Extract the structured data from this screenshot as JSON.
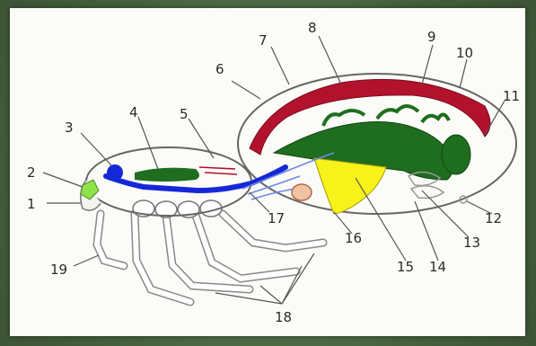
{
  "diagram": {
    "labels": [
      {
        "id": "1",
        "text": "1"
      },
      {
        "id": "2",
        "text": "2"
      },
      {
        "id": "3",
        "text": "3"
      },
      {
        "id": "4",
        "text": "4"
      },
      {
        "id": "5",
        "text": "5"
      },
      {
        "id": "6",
        "text": "6"
      },
      {
        "id": "7",
        "text": "7"
      },
      {
        "id": "8",
        "text": "8"
      },
      {
        "id": "9",
        "text": "9"
      },
      {
        "id": "10",
        "text": "10"
      },
      {
        "id": "11",
        "text": "11"
      },
      {
        "id": "12",
        "text": "12"
      },
      {
        "id": "13",
        "text": "13"
      },
      {
        "id": "14",
        "text": "14"
      },
      {
        "id": "15",
        "text": "15"
      },
      {
        "id": "16",
        "text": "16"
      },
      {
        "id": "17",
        "text": "17"
      },
      {
        "id": "18",
        "text": "18"
      },
      {
        "id": "19",
        "text": "19"
      }
    ],
    "colors": {
      "background": "#4f6a45",
      "paper": "#fbfbf8",
      "heart_red": "#b3122d",
      "midgut_green": "#1f6e1f",
      "nerve_blue": "#1428d8",
      "vessel_blue": "#6f87e6",
      "silk_gland_yellow": "#f7f21a",
      "eye_green": "#8fe34a",
      "outline_gray": "#666666"
    }
  }
}
